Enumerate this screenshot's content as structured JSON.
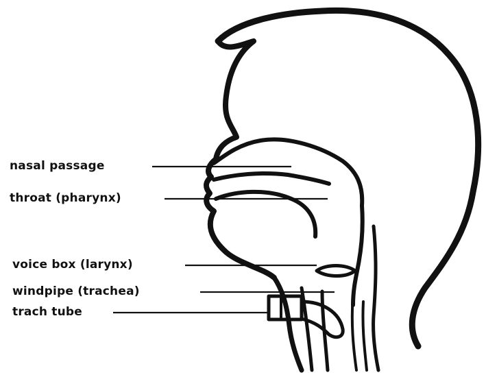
{
  "labels": {
    "nasal_passage": "nasal passage",
    "throat": "throat (pharynx)",
    "voice_box": "voice box (larynx)",
    "windpipe": "windpipe (trachea)",
    "trach_tube": "trach tube"
  },
  "colors": {
    "ink": "#111111",
    "background": "#ffffff"
  }
}
